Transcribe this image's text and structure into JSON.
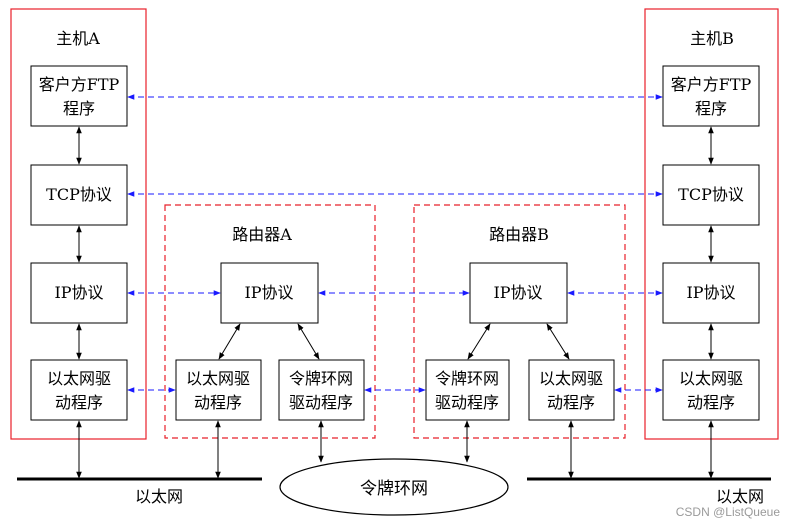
{
  "hosts": {
    "a": {
      "title": "主机A",
      "ftp": [
        "客户方FTP",
        "程序"
      ],
      "tcp": "TCP协议",
      "ip": "IP协议",
      "eth": [
        "以太网驱",
        "动程序"
      ]
    },
    "b": {
      "title": "主机B",
      "ftp": [
        "客户方FTP",
        "程序"
      ],
      "tcp": "TCP协议",
      "ip": "IP协议",
      "eth": [
        "以太网驱",
        "动程序"
      ]
    }
  },
  "routers": {
    "a": {
      "title": "路由器A",
      "ip": "IP协议",
      "left": [
        "以太网驱",
        "动程序"
      ],
      "right": [
        "令牌环网",
        "驱动程序"
      ]
    },
    "b": {
      "title": "路由器B",
      "ip": "IP协议",
      "left": [
        "令牌环网",
        "驱动程序"
      ],
      "right": [
        "以太网驱",
        "动程序"
      ]
    }
  },
  "networks": {
    "ethernet_left": "以太网",
    "token_ring": "令牌环网",
    "ethernet_right": "以太网"
  },
  "watermark": "CSDN @ListQueue",
  "colors": {
    "host_border": "#e8202a",
    "router_border": "#e8202a",
    "peer_link": "#1a1aff",
    "line": "#000000"
  }
}
